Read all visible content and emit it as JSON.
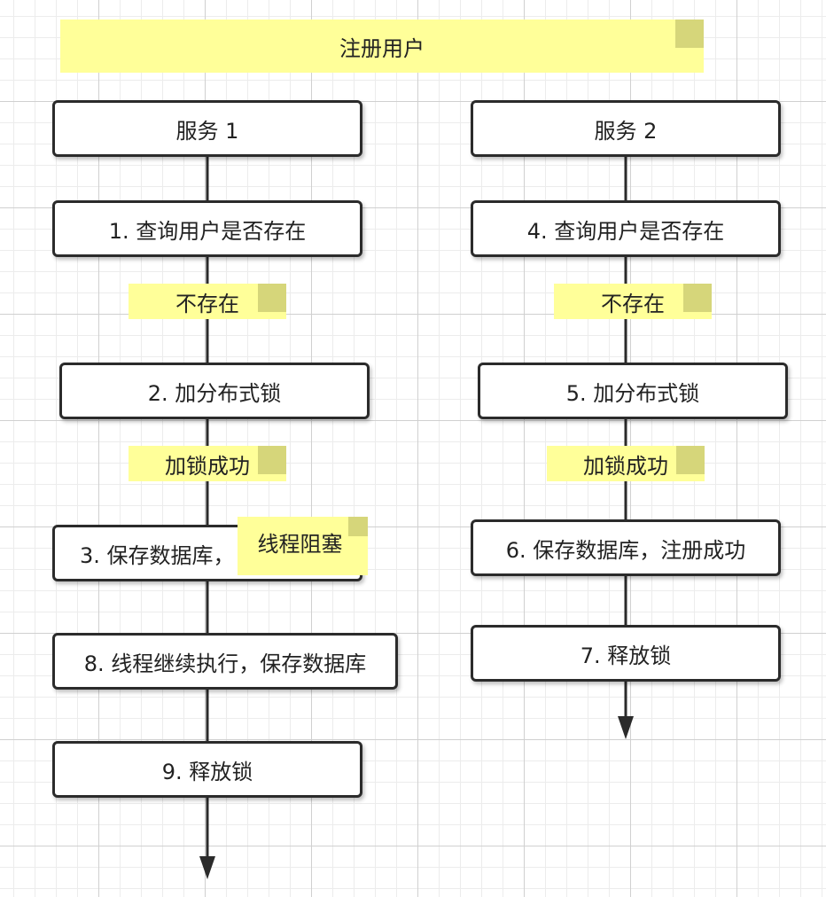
{
  "title": "注册用户",
  "service1": {
    "header": "服务 1",
    "step1": "1. 查询用户是否存在",
    "note_not_exist": "不存在",
    "step2": "2. 加分布式锁",
    "note_lock_ok": "加锁成功",
    "step3": "3. 保存数据库，",
    "note_blocked": "线程阻塞",
    "step8": "8. 线程继续执行，保存数据库",
    "step9": "9. 释放锁"
  },
  "service2": {
    "header": "服务 2",
    "step4": "4. 查询用户是否存在",
    "note_not_exist": "不存在",
    "step5": "5. 加分布式锁",
    "note_lock_ok": "加锁成功",
    "step6": "6. 保存数据库，注册成功",
    "step7": "7. 释放锁"
  },
  "colors": {
    "note_fill": "#ffff99",
    "note_fold": "#d6d67a",
    "box_border": "#2b2b2b",
    "line": "#2b2b2b"
  }
}
